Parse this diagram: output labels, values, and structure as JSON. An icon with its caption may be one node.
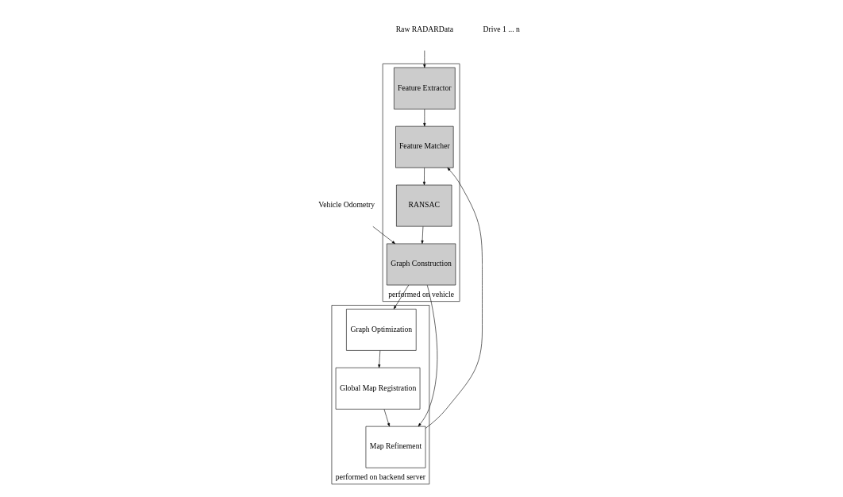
{
  "diagram": {
    "nodes": [
      {
        "text": [
          "performed on vehicle"
        ]
      },
      {
        "text": [
          "Feature Extractor"
        ],
        "in": 0
      },
      {
        "text": [
          "Feature Matcher"
        ],
        "in": 0
      },
      {
        "text": [
          "RANSAC"
        ],
        "in": 0
      },
      {
        "text": [
          "Graph Construction"
        ],
        "in": 0
      },
      {
        "text": [
          "performed on backend server"
        ]
      },
      {
        "text": [
          "Map Refinement"
        ],
        "in": 5
      },
      {
        "text": [
          "Graph Optimization"
        ],
        "in": 5
      },
      {
        "text": [
          "Global Map Registration"
        ],
        "in": 5
      },
      {
        "text": [
          "Raw RADARData"
        ]
      },
      {
        "text": [
          "Vehicle Odometry"
        ]
      }
    ],
    "edges": [
      {
        "from": 9,
        "to": 1,
        "arrow": "to"
      },
      {
        "from": 1,
        "to": 2,
        "arrow": "to"
      },
      {
        "from": 2,
        "to": 3,
        "arrow": "to"
      },
      {
        "from": 3,
        "to": 4,
        "arrow": "to"
      },
      {
        "from": 4,
        "to": 6,
        "arrow": "to"
      },
      {
        "from": 4,
        "to": 7,
        "arrow": "to"
      },
      {
        "from": 7,
        "to": 8,
        "arrow": "to"
      },
      {
        "from": 8,
        "to": 6,
        "arrow": "to"
      },
      {
        "from": 6,
        "to": 2,
        "arrow": "to"
      },
      {
        "from": 10,
        "to": 4,
        "arrow": "to"
      }
    ],
    "labels": [
      "Drive 1 ... n"
    ]
  }
}
